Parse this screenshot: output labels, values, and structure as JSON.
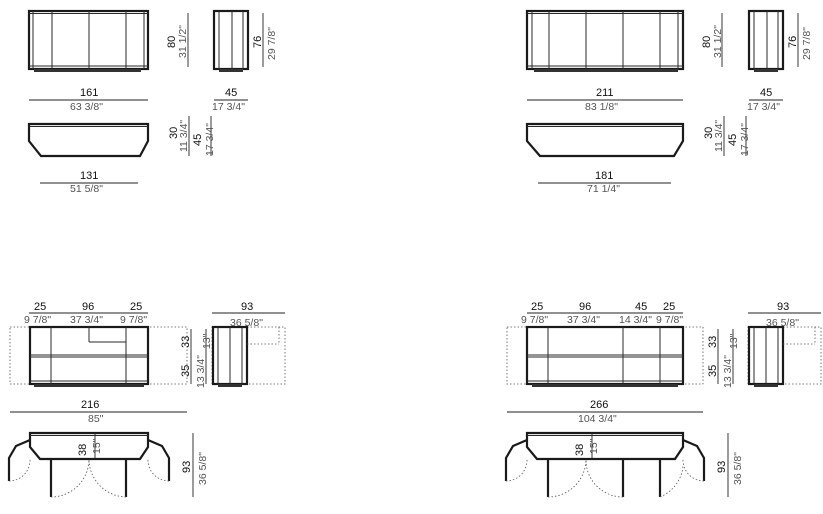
{
  "title": "",
  "diagrams": {
    "a": {
      "front": {
        "height_cm": "80",
        "height_in": "31 1/2\"",
        "width_cm": "161",
        "width_in": "63 3/8\""
      },
      "side": {
        "height_cm": "76",
        "height_in": "29 7/8\"",
        "depth_cm": "45",
        "depth_in": "17 3/4\""
      },
      "base": {
        "width_cm": "131",
        "width_in": "51 5/8\"",
        "h1_cm": "30",
        "h1_in": "11 3/4\"",
        "h2_cm": "45",
        "h2_in": "17 3/4\""
      }
    },
    "b": {
      "front": {
        "height_cm": "80",
        "height_in": "31 1/2\"",
        "width_cm": "211",
        "width_in": "83 1/8\""
      },
      "side": {
        "height_cm": "76",
        "height_in": "29 7/8\"",
        "depth_cm": "45",
        "depth_in": "17 3/4\""
      },
      "base": {
        "width_cm": "181",
        "width_in": "71 1/4\"",
        "h1_cm": "30",
        "h1_in": "11 3/4\"",
        "h2_cm": "45",
        "h2_in": "17 3/4\""
      }
    },
    "c": {
      "segments": [
        {
          "cm": "25",
          "in": "9 7/8\""
        },
        {
          "cm": "96",
          "in": "37 3/4\""
        },
        {
          "cm": "25",
          "in": "9 7/8\""
        }
      ],
      "side": {
        "depth_cm": "93",
        "depth_in": "36 5/8\""
      },
      "heights": {
        "upper_cm": "33",
        "upper_in": "13\"",
        "lower_cm": "35",
        "lower_in": "13 3/4\""
      },
      "total": {
        "cm": "216",
        "in": "85\""
      },
      "plan": {
        "inner_cm": "38",
        "inner_in": "15\"",
        "depth_cm": "93",
        "depth_in": "36 5/8\""
      }
    },
    "d": {
      "segments": [
        {
          "cm": "25",
          "in": "9 7/8\""
        },
        {
          "cm": "96",
          "in": "37 3/4\""
        },
        {
          "cm": "45",
          "in": "14 3/4\""
        },
        {
          "cm": "25",
          "in": "9 7/8\""
        }
      ],
      "side": {
        "depth_cm": "93",
        "depth_in": "36 5/8\""
      },
      "heights": {
        "upper_cm": "33",
        "upper_in": "13\"",
        "lower_cm": "35",
        "lower_in": "13 3/4\""
      },
      "total": {
        "cm": "266",
        "in": "104 3/4\""
      },
      "plan": {
        "inner_cm": "38",
        "inner_in": "15\"",
        "depth_cm": "93",
        "depth_in": "36 5/8\""
      }
    }
  }
}
